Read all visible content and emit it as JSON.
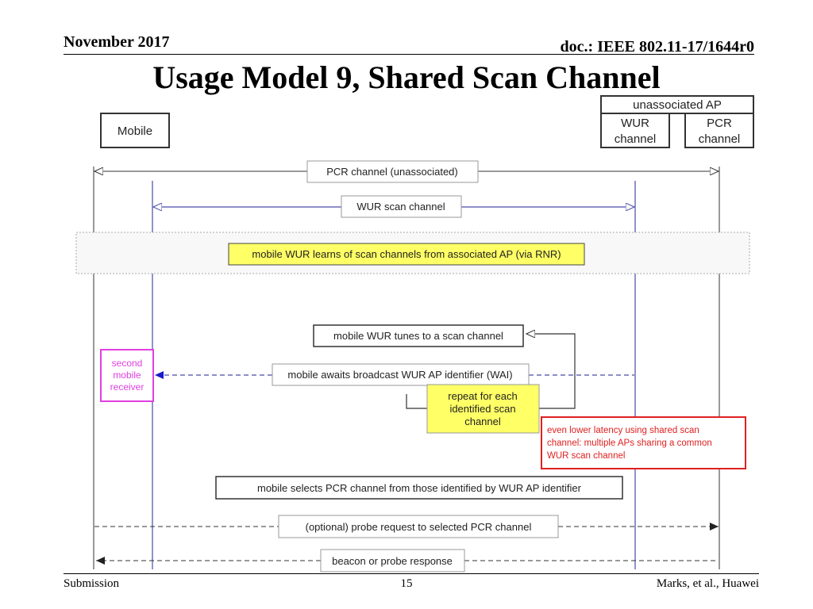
{
  "header": {
    "date": "November 2017",
    "doc": "doc.: IEEE 802.11-17/1644r0"
  },
  "title": "Usage Model 9, Shared Scan Channel",
  "diagram": {
    "mobile_label": "Mobile",
    "ap_label": "unassociated AP",
    "wur_channel": [
      "WUR",
      "channel"
    ],
    "pcr_channel": [
      "PCR",
      "channel"
    ],
    "pcr_unassociated": "PCR channel (unassociated)",
    "wur_scan_channel": "WUR scan channel",
    "learn_scan": "mobile WUR learns of scan channels from associated AP (via RNR)",
    "tunes": "mobile WUR tunes to a scan channel",
    "second_receiver": [
      "second",
      "mobile",
      "receiver"
    ],
    "awaits": "mobile awaits broadcast WUR AP identifier (WAI)",
    "repeat": [
      "repeat for each",
      "identified scan",
      "channel"
    ],
    "lower_latency": [
      "even lower latency using shared scan",
      "channel: multiple APs sharing a common",
      "WUR scan channel"
    ],
    "selects": "mobile selects PCR channel from those identified by WUR AP identifier",
    "probe_request": "(optional) probe request to selected PCR channel",
    "beacon": "beacon or probe response",
    "colors": {
      "wur_line": "#4a4aa8",
      "highlight_yellow": "#ffff66",
      "alert_red": "#e02020",
      "magenta": "#e040e0"
    }
  },
  "footer": {
    "left": "Submission",
    "page": "15",
    "right": "Marks, et al., Huawei"
  }
}
